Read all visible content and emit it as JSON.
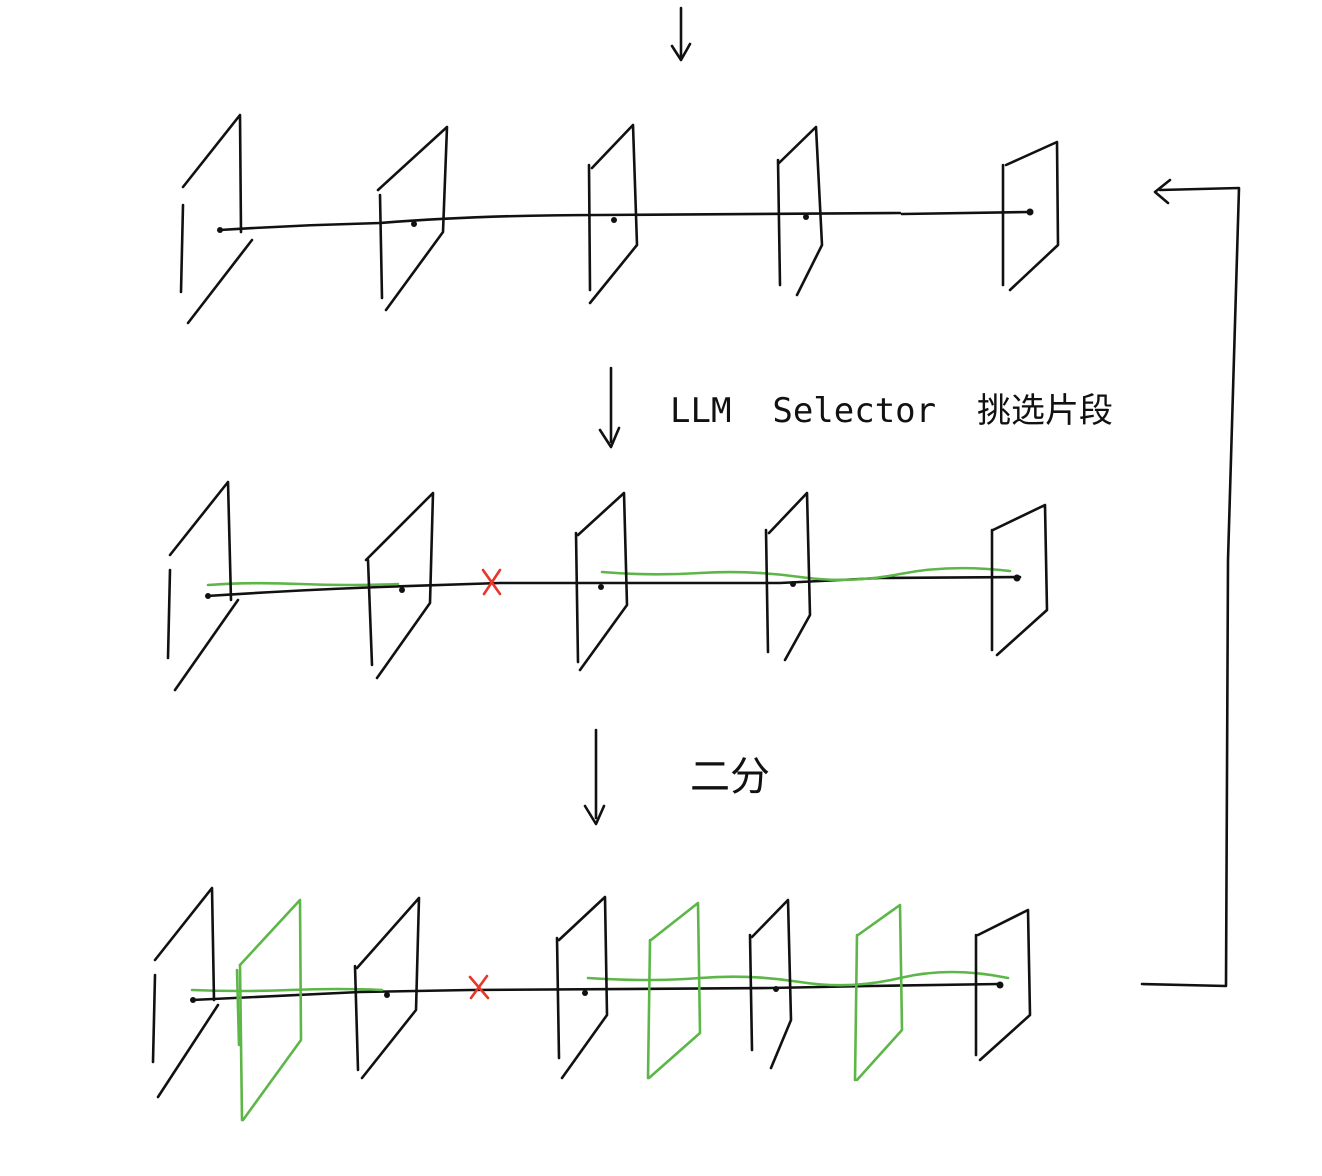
{
  "labels": {
    "selector": "LLM  Selector  挑选片段",
    "bisect": "二分"
  },
  "colors": {
    "ink": "#111111",
    "selected": "#5db648",
    "rejected": "#e8362a",
    "background": "#ffffff"
  },
  "rows": [
    {
      "frames": 5,
      "selected_segments": [],
      "rejected_marks": 0,
      "new_frames": 0
    },
    {
      "frames": 5,
      "selected_segments": 2,
      "rejected_marks": 1,
      "new_frames": 0
    },
    {
      "frames": 5,
      "selected_segments": 2,
      "rejected_marks": 1,
      "new_frames": 3
    }
  ]
}
